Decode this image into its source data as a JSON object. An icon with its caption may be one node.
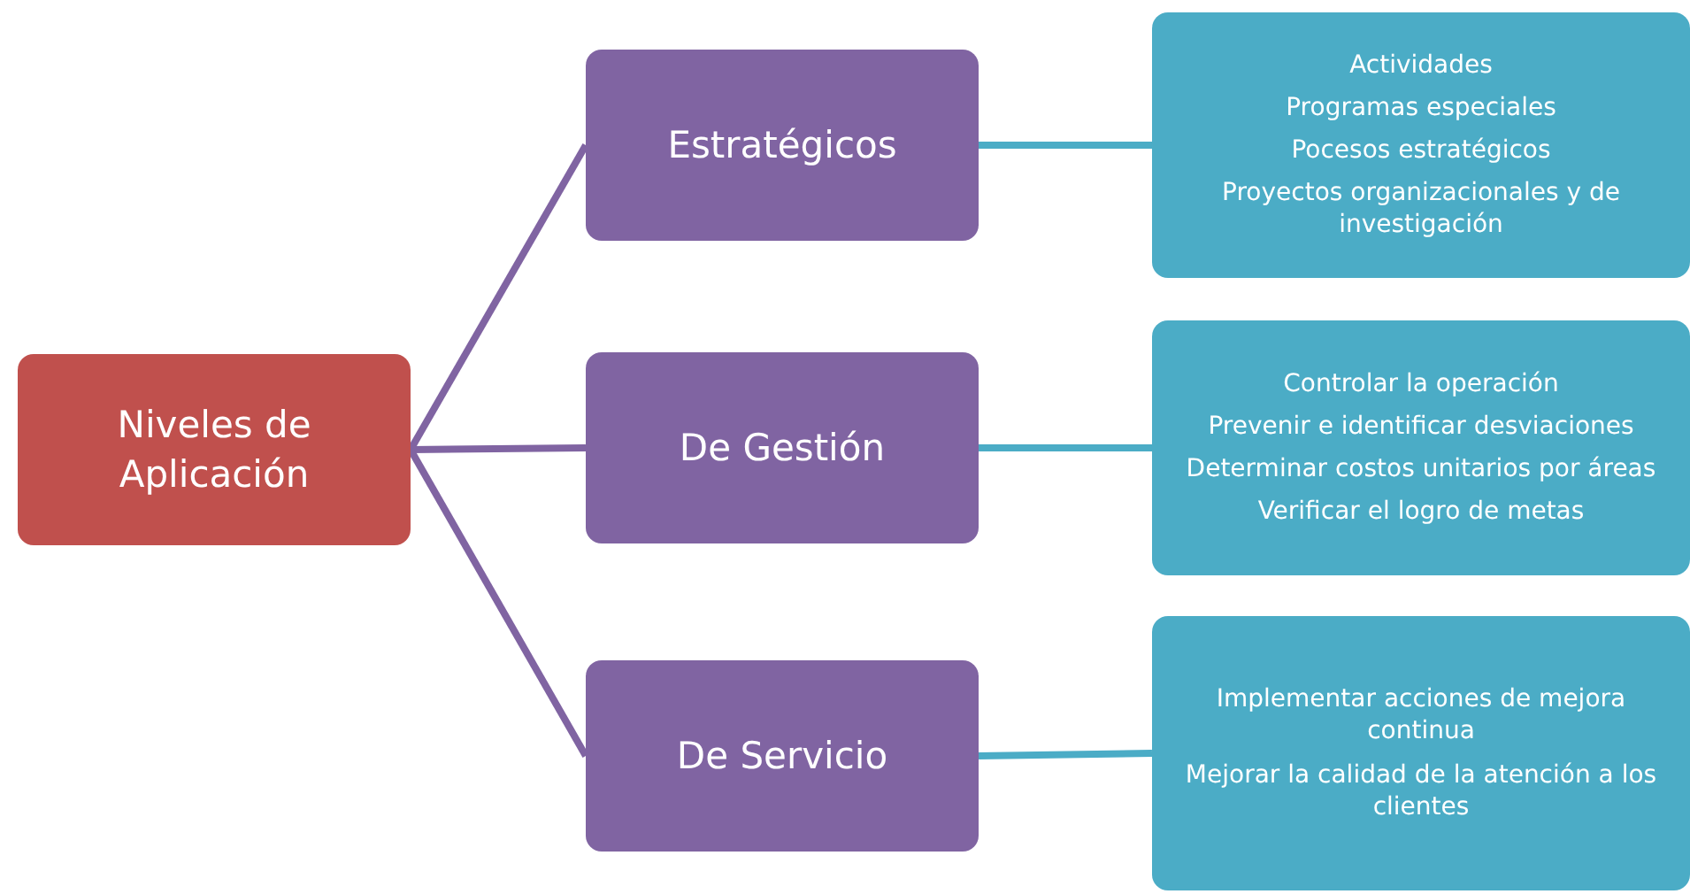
{
  "diagram": {
    "nodes": [
      {
        "text": [
          "Niveles de Aplicación"
        ]
      },
      {
        "text": [
          "Estratégicos"
        ]
      },
      {
        "text": [
          "De Gestión"
        ]
      },
      {
        "text": [
          "De Servicio"
        ]
      },
      {
        "text": [
          "Actividades",
          "Programas especiales",
          "Pocesos estratégicos",
          "Proyectos organizacionales y de investigación"
        ]
      },
      {
        "text": [
          "Controlar la operación",
          "Prevenir e identificar  desviaciones",
          "Determinar costos unitarios por áreas",
          "Verificar el logro de metas"
        ]
      },
      {
        "text": [
          "Implementar acciones de mejora continua",
          "Mejorar la calidad de la atención a los clientes"
        ]
      }
    ],
    "edges": [
      {
        "from": 0,
        "to": 1,
        "arrow": "none",
        "color": "#8064a2"
      },
      {
        "from": 0,
        "to": 2,
        "arrow": "none",
        "color": "#8064a2"
      },
      {
        "from": 0,
        "to": 3,
        "arrow": "none",
        "color": "#8064a2"
      },
      {
        "from": 1,
        "to": 4,
        "arrow": "none",
        "color": "#4bacc6"
      },
      {
        "from": 2,
        "to": 5,
        "arrow": "none",
        "color": "#4bacc6"
      },
      {
        "from": 3,
        "to": 6,
        "arrow": "none",
        "color": "#4bacc6"
      }
    ]
  }
}
